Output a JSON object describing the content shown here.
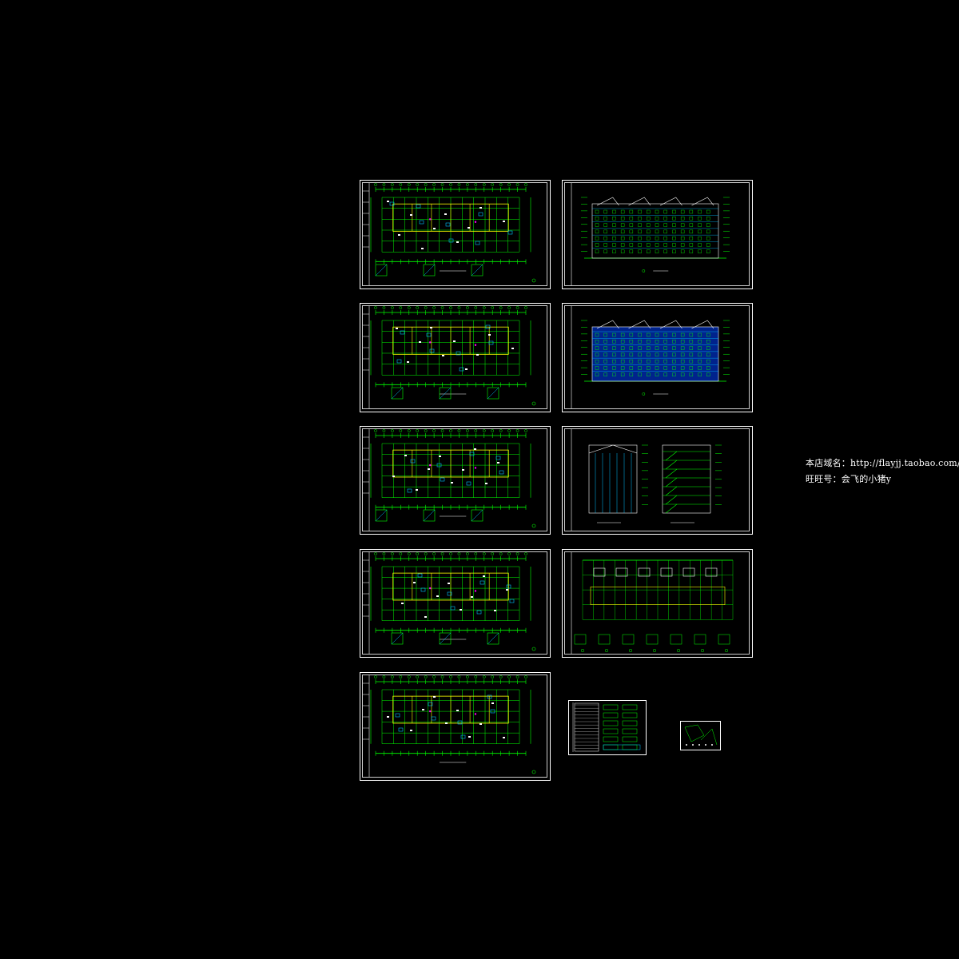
{
  "canvas": {
    "background": "#000000"
  },
  "colors": {
    "frame": "#ffffff",
    "line_green": "#00ff00",
    "line_cyan": "#00c0ff",
    "line_yellow": "#ffff00",
    "line_blue": "#0040ff",
    "line_magenta": "#ff00ff"
  },
  "sheets": [
    {
      "id": "plan-1",
      "type": "floor-plan"
    },
    {
      "id": "plan-2",
      "type": "floor-plan"
    },
    {
      "id": "plan-3",
      "type": "floor-plan"
    },
    {
      "id": "plan-4",
      "type": "floor-plan"
    },
    {
      "id": "plan-5",
      "type": "floor-plan"
    },
    {
      "id": "elev-1",
      "type": "elevation"
    },
    {
      "id": "elev-2",
      "type": "elevation"
    },
    {
      "id": "section-1",
      "type": "section"
    },
    {
      "id": "detail-1",
      "type": "detail-plan"
    },
    {
      "id": "legend-1",
      "type": "schedule"
    },
    {
      "id": "site-1",
      "type": "site-plan"
    }
  ],
  "watermark": {
    "shop_domain": "本店域名：http://flayjj.taobao.com/",
    "wangwang": "旺旺号：会飞的小猪y"
  }
}
